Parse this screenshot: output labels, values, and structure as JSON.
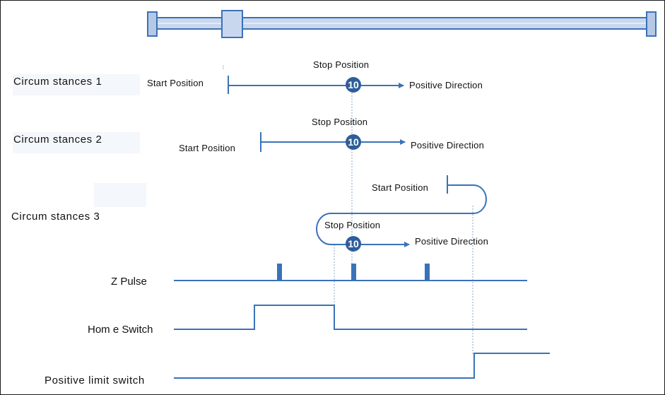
{
  "colors": {
    "line": "#3a72b8",
    "rail_fill": "#c9d7ee",
    "marker_fill": "#2e5e9a",
    "dotted": "#8aa6cc",
    "text": "#111111"
  },
  "rows": [
    {
      "label": "Circum stances 1"
    },
    {
      "label": "Circum stances 2"
    },
    {
      "label": "Circum stances 3"
    }
  ],
  "start_label": "Start Position",
  "stop_label": "Stop Position",
  "direction_label": "Positive Direction",
  "stop_marker": "10",
  "signals": {
    "z_pulse": "Z Pulse",
    "home_switch": "Hom e Switch",
    "positive_limit": "Positive  limit switch"
  }
}
